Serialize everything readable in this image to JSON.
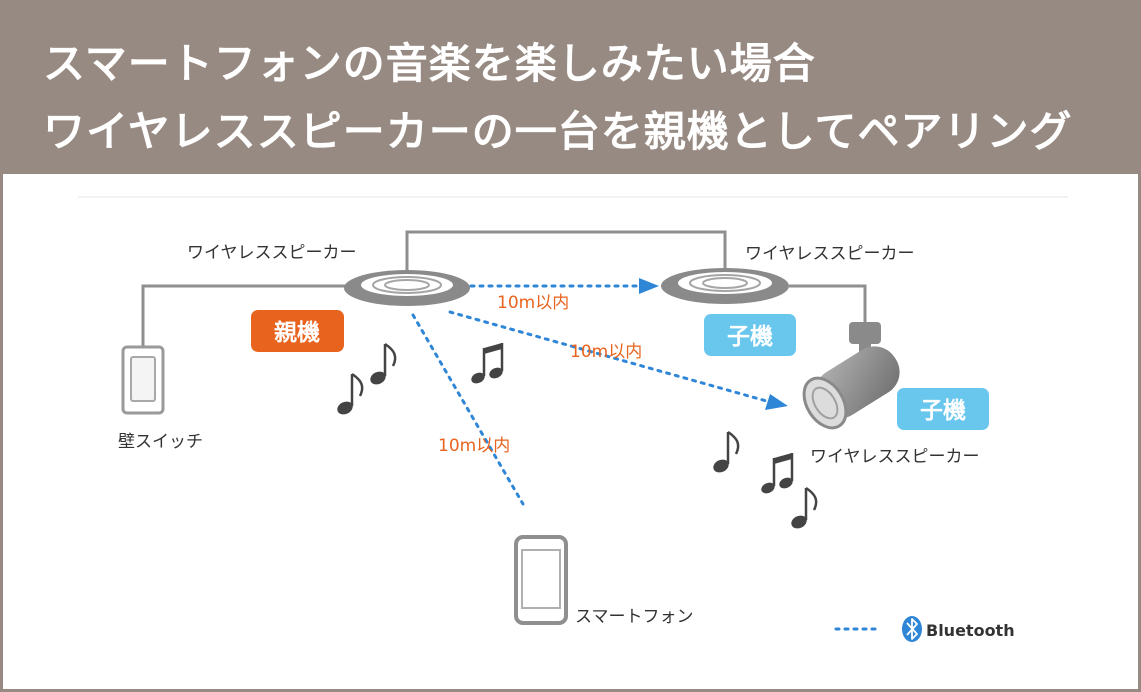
{
  "header": {
    "line1": "スマートフォンの音楽を楽しみたい場合",
    "line2": "ワイヤレススピーカーの一台を親機としてペアリング"
  },
  "labels": {
    "speaker_left": "ワイヤレススピーカー",
    "speaker_right": "ワイヤレススピーカー",
    "speaker_spot": "ワイヤレススピーカー",
    "wall_switch": "壁スイッチ",
    "smartphone": "スマートフォン"
  },
  "badges": {
    "parent": "親機",
    "child_1": "子機",
    "child_2": "子機"
  },
  "distances": {
    "to_child_1": "10m以内",
    "to_child_2": "10m以内",
    "to_phone": "10m以内"
  },
  "legend": {
    "bluetooth": "Bluetooth"
  },
  "colors": {
    "header_bg": "#978a82",
    "parent_badge": "#e8641e",
    "child_badge": "#69c7ee",
    "bluetooth_dots": "#2f86d6",
    "distance_text": "#e8641e",
    "device_gray": "#8f8f8f"
  },
  "icons": [
    "bluetooth-icon",
    "music-note-icon",
    "wall-switch-icon",
    "smartphone-icon",
    "ceiling-speaker-icon",
    "spotlight-speaker-icon"
  ]
}
